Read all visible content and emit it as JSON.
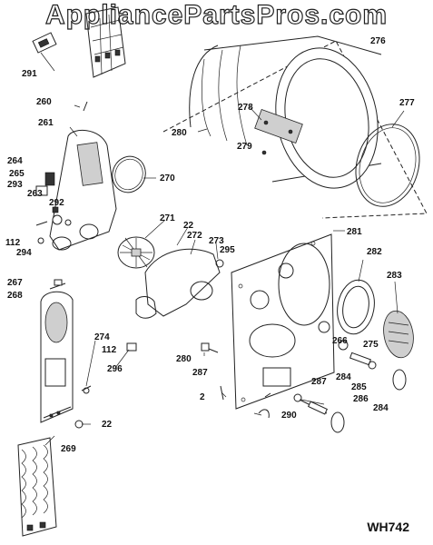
{
  "watermark": "AppliancePartsPros.com",
  "model_code": "WH742",
  "callouts": {
    "c291": "291",
    "c276": "276",
    "c260": "260",
    "c261": "261",
    "c277": "277",
    "c278": "278",
    "c280a": "280",
    "c279": "279",
    "c264": "264",
    "c265": "265",
    "c293": "293",
    "c263": "263",
    "c292": "292",
    "c270": "270",
    "c271": "271",
    "c22a": "22",
    "c272": "272",
    "c273": "273",
    "c295": "295",
    "c281": "281",
    "c112a": "112",
    "c294": "294",
    "c282": "282",
    "c283": "283",
    "c267": "267",
    "c268": "268",
    "c274": "274",
    "c112b": "112",
    "c296": "296",
    "c280b": "280",
    "c287a": "287",
    "c266": "266",
    "c275": "275",
    "c284a": "284",
    "c287b": "287",
    "c285": "285",
    "c286": "286",
    "c284b": "284",
    "c2": "2",
    "c290": "290",
    "c22b": "22",
    "c269": "269"
  }
}
